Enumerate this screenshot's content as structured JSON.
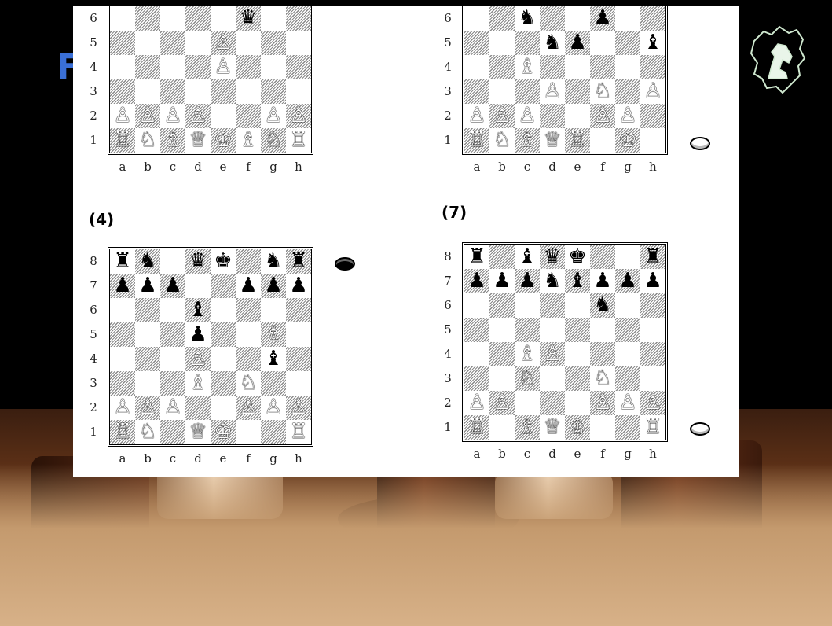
{
  "slide": {
    "title_fragment": "F"
  },
  "diagrams": [
    {
      "id": "diagram-top-left",
      "label": "",
      "ranks_shown": [
        "6",
        "5",
        "4",
        "3",
        "2",
        "1"
      ],
      "files": [
        "a",
        "b",
        "c",
        "d",
        "e",
        "f",
        "g",
        "h"
      ],
      "to_move": "",
      "pieces": [
        {
          "sq": "f6",
          "piece": "q",
          "side": "b"
        },
        {
          "sq": "e5",
          "piece": "p",
          "side": "w"
        },
        {
          "sq": "e4",
          "piece": "p",
          "side": "w"
        },
        {
          "sq": "a2",
          "piece": "p",
          "side": "w"
        },
        {
          "sq": "b2",
          "piece": "p",
          "side": "w"
        },
        {
          "sq": "c2",
          "piece": "p",
          "side": "w"
        },
        {
          "sq": "d2",
          "piece": "p",
          "side": "w"
        },
        {
          "sq": "g2",
          "piece": "p",
          "side": "w"
        },
        {
          "sq": "h2",
          "piece": "p",
          "side": "w"
        },
        {
          "sq": "a1",
          "piece": "r",
          "side": "w"
        },
        {
          "sq": "b1",
          "piece": "n",
          "side": "w"
        },
        {
          "sq": "c1",
          "piece": "b",
          "side": "w"
        },
        {
          "sq": "d1",
          "piece": "q",
          "side": "w"
        },
        {
          "sq": "e1",
          "piece": "k",
          "side": "w"
        },
        {
          "sq": "f1",
          "piece": "b",
          "side": "w"
        },
        {
          "sq": "g1",
          "piece": "n",
          "side": "w"
        },
        {
          "sq": "h1",
          "piece": "r",
          "side": "w"
        }
      ]
    },
    {
      "id": "diagram-top-right",
      "label": "",
      "ranks_shown": [
        "6",
        "5",
        "4",
        "3",
        "2",
        "1"
      ],
      "files": [
        "a",
        "b",
        "c",
        "d",
        "e",
        "f",
        "g",
        "h"
      ],
      "to_move": "white",
      "pieces": [
        {
          "sq": "c6",
          "piece": "n",
          "side": "b"
        },
        {
          "sq": "f6",
          "piece": "p",
          "side": "b"
        },
        {
          "sq": "d5",
          "piece": "n",
          "side": "b"
        },
        {
          "sq": "e5",
          "piece": "p",
          "side": "b"
        },
        {
          "sq": "h5",
          "piece": "b",
          "side": "b"
        },
        {
          "sq": "c4",
          "piece": "b",
          "side": "w"
        },
        {
          "sq": "d3",
          "piece": "p",
          "side": "w"
        },
        {
          "sq": "f3",
          "piece": "n",
          "side": "w"
        },
        {
          "sq": "h3",
          "piece": "p",
          "side": "w"
        },
        {
          "sq": "a2",
          "piece": "p",
          "side": "w"
        },
        {
          "sq": "b2",
          "piece": "p",
          "side": "w"
        },
        {
          "sq": "c2",
          "piece": "p",
          "side": "w"
        },
        {
          "sq": "f2",
          "piece": "p",
          "side": "w"
        },
        {
          "sq": "g2",
          "piece": "p",
          "side": "w"
        },
        {
          "sq": "a1",
          "piece": "r",
          "side": "w"
        },
        {
          "sq": "b1",
          "piece": "n",
          "side": "w"
        },
        {
          "sq": "c1",
          "piece": "b",
          "side": "w"
        },
        {
          "sq": "d1",
          "piece": "q",
          "side": "w"
        },
        {
          "sq": "e1",
          "piece": "r",
          "side": "w"
        },
        {
          "sq": "g1",
          "piece": "k",
          "side": "w"
        }
      ]
    },
    {
      "id": "diagram-4",
      "label": "(4)",
      "ranks_shown": [
        "8",
        "7",
        "6",
        "5",
        "4",
        "3",
        "2",
        "1"
      ],
      "files": [
        "a",
        "b",
        "c",
        "d",
        "e",
        "f",
        "g",
        "h"
      ],
      "to_move": "black",
      "pieces": [
        {
          "sq": "a8",
          "piece": "r",
          "side": "b"
        },
        {
          "sq": "b8",
          "piece": "n",
          "side": "b"
        },
        {
          "sq": "d8",
          "piece": "q",
          "side": "b"
        },
        {
          "sq": "e8",
          "piece": "k",
          "side": "b"
        },
        {
          "sq": "g8",
          "piece": "n",
          "side": "b"
        },
        {
          "sq": "h8",
          "piece": "r",
          "side": "b"
        },
        {
          "sq": "a7",
          "piece": "p",
          "side": "b"
        },
        {
          "sq": "b7",
          "piece": "p",
          "side": "b"
        },
        {
          "sq": "c7",
          "piece": "p",
          "side": "b"
        },
        {
          "sq": "f7",
          "piece": "p",
          "side": "b"
        },
        {
          "sq": "g7",
          "piece": "p",
          "side": "b"
        },
        {
          "sq": "h7",
          "piece": "p",
          "side": "b"
        },
        {
          "sq": "d6",
          "piece": "b",
          "side": "b"
        },
        {
          "sq": "d5",
          "piece": "p",
          "side": "b"
        },
        {
          "sq": "g5",
          "piece": "b",
          "side": "w"
        },
        {
          "sq": "d4",
          "piece": "p",
          "side": "w"
        },
        {
          "sq": "g4",
          "piece": "b",
          "side": "b"
        },
        {
          "sq": "d3",
          "piece": "b",
          "side": "w"
        },
        {
          "sq": "f3",
          "piece": "n",
          "side": "w"
        },
        {
          "sq": "a2",
          "piece": "p",
          "side": "w"
        },
        {
          "sq": "b2",
          "piece": "p",
          "side": "w"
        },
        {
          "sq": "c2",
          "piece": "p",
          "side": "w"
        },
        {
          "sq": "f2",
          "piece": "p",
          "side": "w"
        },
        {
          "sq": "g2",
          "piece": "p",
          "side": "w"
        },
        {
          "sq": "h2",
          "piece": "p",
          "side": "w"
        },
        {
          "sq": "a1",
          "piece": "r",
          "side": "w"
        },
        {
          "sq": "b1",
          "piece": "n",
          "side": "w"
        },
        {
          "sq": "d1",
          "piece": "q",
          "side": "w"
        },
        {
          "sq": "e1",
          "piece": "k",
          "side": "w"
        },
        {
          "sq": "h1",
          "piece": "r",
          "side": "w"
        }
      ]
    },
    {
      "id": "diagram-7",
      "label": "(7)",
      "ranks_shown": [
        "8",
        "7",
        "6",
        "5",
        "4",
        "3",
        "2",
        "1"
      ],
      "files": [
        "a",
        "b",
        "c",
        "d",
        "e",
        "f",
        "g",
        "h"
      ],
      "to_move": "white",
      "pieces": [
        {
          "sq": "a8",
          "piece": "r",
          "side": "b"
        },
        {
          "sq": "c8",
          "piece": "b",
          "side": "b"
        },
        {
          "sq": "d8",
          "piece": "q",
          "side": "b"
        },
        {
          "sq": "e8",
          "piece": "k",
          "side": "b"
        },
        {
          "sq": "h8",
          "piece": "r",
          "side": "b"
        },
        {
          "sq": "a7",
          "piece": "p",
          "side": "b"
        },
        {
          "sq": "b7",
          "piece": "p",
          "side": "b"
        },
        {
          "sq": "c7",
          "piece": "p",
          "side": "b"
        },
        {
          "sq": "d7",
          "piece": "n",
          "side": "b"
        },
        {
          "sq": "e7",
          "piece": "b",
          "side": "b"
        },
        {
          "sq": "f7",
          "piece": "p",
          "side": "b"
        },
        {
          "sq": "g7",
          "piece": "p",
          "side": "b"
        },
        {
          "sq": "h7",
          "piece": "p",
          "side": "b"
        },
        {
          "sq": "f6",
          "piece": "n",
          "side": "b"
        },
        {
          "sq": "c4",
          "piece": "b",
          "side": "w"
        },
        {
          "sq": "d4",
          "piece": "p",
          "side": "w"
        },
        {
          "sq": "c3",
          "piece": "n",
          "side": "w"
        },
        {
          "sq": "f3",
          "piece": "n",
          "side": "w"
        },
        {
          "sq": "a2",
          "piece": "p",
          "side": "w"
        },
        {
          "sq": "b2",
          "piece": "p",
          "side": "w"
        },
        {
          "sq": "f2",
          "piece": "p",
          "side": "w"
        },
        {
          "sq": "g2",
          "piece": "p",
          "side": "w"
        },
        {
          "sq": "h2",
          "piece": "p",
          "side": "w"
        },
        {
          "sq": "a1",
          "piece": "r",
          "side": "w"
        },
        {
          "sq": "c1",
          "piece": "b",
          "side": "w"
        },
        {
          "sq": "d1",
          "piece": "q",
          "side": "w"
        },
        {
          "sq": "e1",
          "piece": "k",
          "side": "w"
        },
        {
          "sq": "h1",
          "piece": "r",
          "side": "w"
        }
      ]
    }
  ],
  "colors": {
    "title": "#3a6fd6",
    "panel": "#ffffff",
    "logo_stroke": "#cfe8cf"
  }
}
